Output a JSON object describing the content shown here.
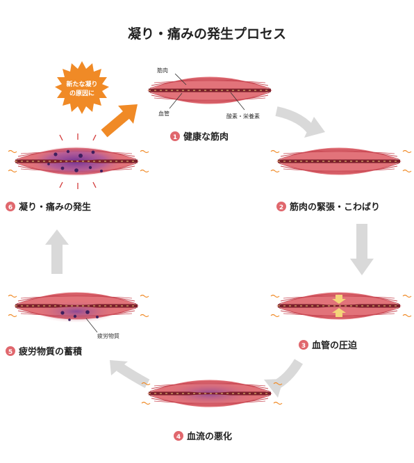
{
  "title": "凝り・痛みの発生プロセス",
  "steps": [
    {
      "num": "1",
      "label": "健康な筋肉"
    },
    {
      "num": "2",
      "label": "筋肉の緊張・こわばり"
    },
    {
      "num": "3",
      "label": "血管の圧迫"
    },
    {
      "num": "4",
      "label": "血流の悪化"
    },
    {
      "num": "5",
      "label": "疲労物質の蓄積"
    },
    {
      "num": "6",
      "label": "凝り・痛みの発生"
    }
  ],
  "annotations": {
    "muscle": "筋肉",
    "vessel": "血管",
    "nutrients": "酸素・栄養素",
    "fatigue": "疲労物質"
  },
  "burst": {
    "line1": "新たな凝り",
    "line2": "の原因に"
  },
  "colors": {
    "muscle": "#e2737a",
    "muscle_line": "#c94a55",
    "vessel": "#7a1f2a",
    "number_badge": "#e0676d",
    "arrow_gray": "#d9d9d9",
    "arrow_orange": "#f08a26",
    "purple": "#7a3f9e",
    "yellow": "#f4d57a"
  }
}
